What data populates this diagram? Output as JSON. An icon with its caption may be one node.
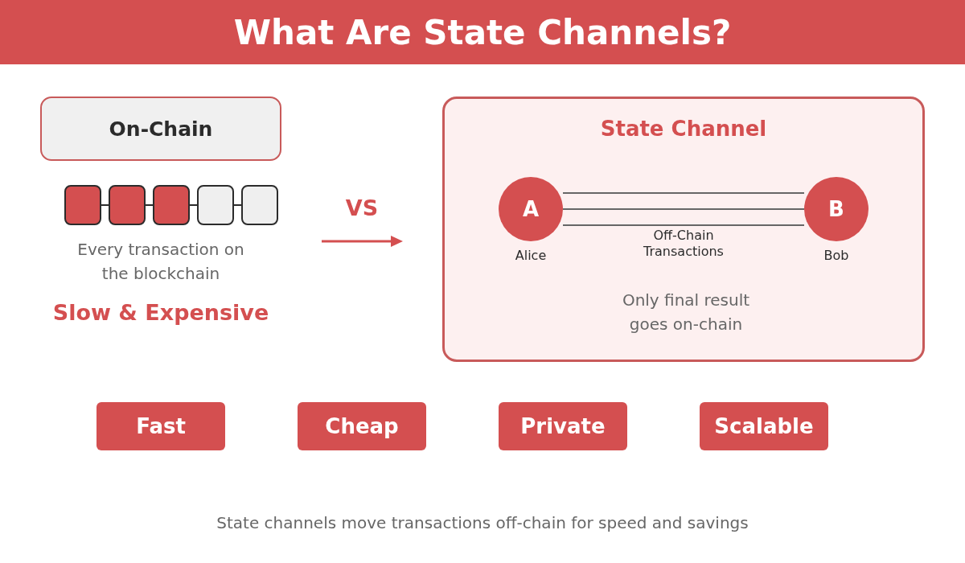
{
  "diagram": {
    "title": "What Are State Channels?",
    "nodes": [
      {
        "text": [
          "On-Chain"
        ]
      },
      {
        "text": [],
        "shape": "box"
      },
      {
        "text": [],
        "shape": "box"
      },
      {
        "text": [],
        "shape": "box"
      },
      {
        "text": [],
        "shape": "box"
      },
      {
        "text": [],
        "shape": "box"
      },
      {
        "text": [
          "State Channel",
          "Only final result goes on-chain"
        ]
      },
      {
        "text": [
          "A"
        ],
        "in": 6,
        "beside": [
          "Alice"
        ]
      },
      {
        "text": [
          "B"
        ],
        "in": 6,
        "beside": [
          "Bob"
        ]
      },
      {
        "text": [
          "Fast"
        ]
      },
      {
        "text": [
          "Cheap"
        ]
      },
      {
        "text": [
          "Private"
        ]
      },
      {
        "text": [
          "Scalable"
        ]
      }
    ],
    "edges": [
      {
        "from": 1,
        "to": 2,
        "arrow": "none"
      },
      {
        "from": 2,
        "to": 3,
        "arrow": "none"
      },
      {
        "from": 3,
        "to": 4,
        "arrow": "none"
      },
      {
        "from": 4,
        "to": 5,
        "arrow": "none"
      },
      {
        "from": 7,
        "to": 8,
        "arrow": "none"
      },
      {
        "from": 7,
        "to": 8,
        "arrow": "none"
      },
      {
        "from": 7,
        "to": 8,
        "arrow": "none",
        "label": "Off-Chain Transactions"
      }
    ],
    "labels": [
      "Every transaction on the blockchain",
      "Slow & Expensive",
      "VS"
    ],
    "caption": "State channels move transactions off-chain for speed and savings"
  }
}
